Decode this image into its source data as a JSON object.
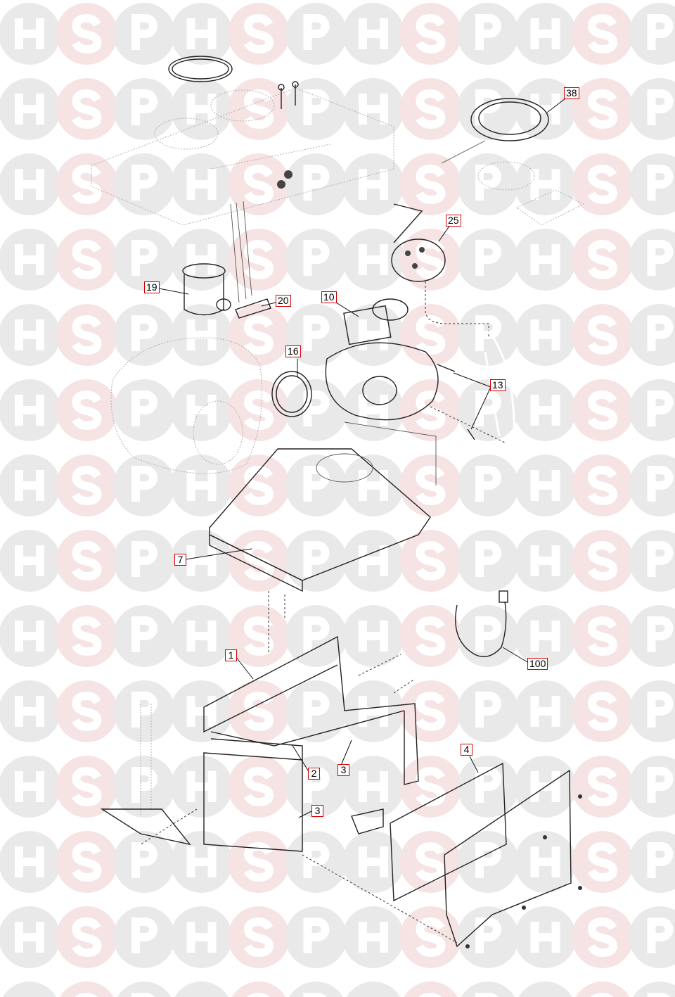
{
  "watermark": {
    "letters": [
      "H",
      "S",
      "P"
    ],
    "colors": {
      "H": "#e9e9e9",
      "S": "#f6e3e3",
      "P": "#e9e9e9"
    }
  },
  "diagram": {
    "accent_color": "#d40000",
    "callouts": [
      {
        "id": "c38",
        "label": "38"
      },
      {
        "id": "c25",
        "label": "25"
      },
      {
        "id": "c19",
        "label": "19"
      },
      {
        "id": "c20",
        "label": "20"
      },
      {
        "id": "c10",
        "label": "10"
      },
      {
        "id": "c16",
        "label": "16"
      },
      {
        "id": "c13",
        "label": "13"
      },
      {
        "id": "c7",
        "label": "7"
      },
      {
        "id": "c100",
        "label": "100"
      },
      {
        "id": "c1",
        "label": "1"
      },
      {
        "id": "c2",
        "label": "2"
      },
      {
        "id": "c3a",
        "label": "3"
      },
      {
        "id": "c3b",
        "label": "3"
      },
      {
        "id": "c4",
        "label": "4"
      }
    ]
  }
}
